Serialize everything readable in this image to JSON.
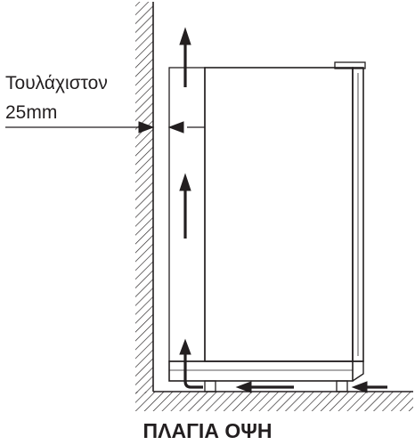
{
  "diagram": {
    "clearance_label": {
      "line1": "Τουλάχιστον",
      "line2": "25mm"
    },
    "view_title": "ΠΛΑΓΙΑ ΟΨΗ"
  }
}
